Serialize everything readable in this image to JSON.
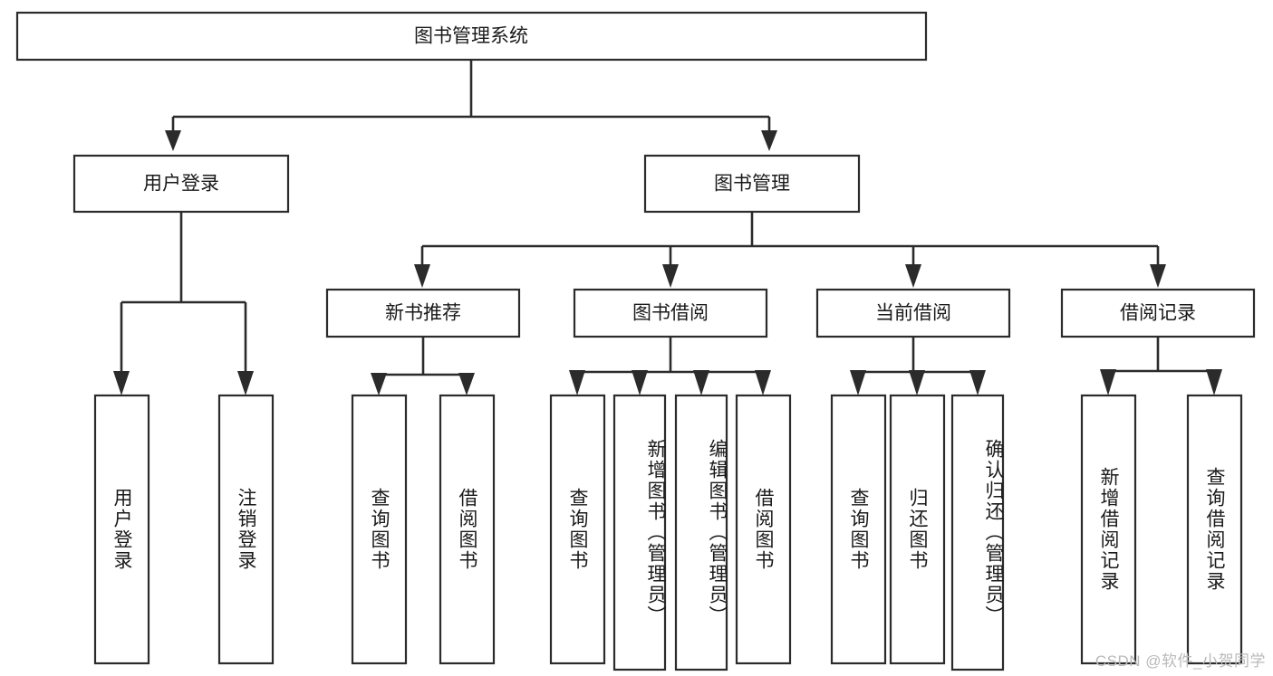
{
  "diagram": {
    "type": "tree-hierarchy",
    "title": "图书管理系统",
    "watermark": "CSDN @软件_小贺同学",
    "colors": {
      "background": "#ffffff",
      "stroke": "#2b2b2b",
      "text": "#1a1a1a",
      "watermark": "#b9b9b9"
    },
    "root": {
      "label": "图书管理系统"
    },
    "level2": [
      {
        "label": "用户登录"
      },
      {
        "label": "图书管理"
      }
    ],
    "level3": [
      {
        "label": "新书推荐"
      },
      {
        "label": "图书借阅"
      },
      {
        "label": "当前借阅"
      },
      {
        "label": "借阅记录"
      }
    ],
    "leaves": {
      "user_login": [
        {
          "label": "用户登录"
        },
        {
          "label": "注销登录"
        }
      ],
      "new_book_recommend": [
        {
          "label": "查询图书"
        },
        {
          "label": "借阅图书"
        }
      ],
      "book_borrow": [
        {
          "label": "查询图书"
        },
        {
          "label": "新增图书（管理员）"
        },
        {
          "label": "编辑图书（管理员）"
        },
        {
          "label": "借阅图书"
        }
      ],
      "current_borrow": [
        {
          "label": "查询图书"
        },
        {
          "label": "归还图书"
        },
        {
          "label": "确认归还（管理员）"
        }
      ],
      "borrow_record": [
        {
          "label": "新增借阅记录"
        },
        {
          "label": "查询借阅记录"
        }
      ]
    }
  }
}
